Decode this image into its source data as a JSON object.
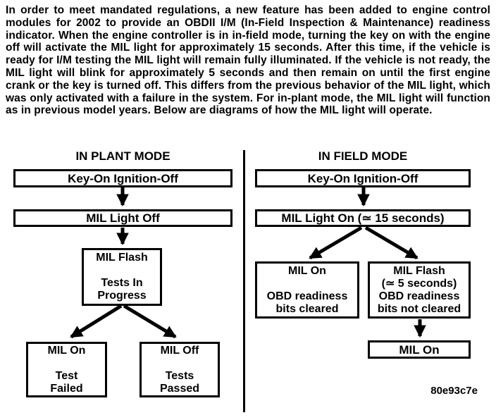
{
  "intro_paragraph": "In order to meet mandated regulations, a new feature has been added to engine control modules for 2002 to provide an OBDII I/M (In-Field Inspection & Maintenance) readiness indicator. When the engine controller is in in-field mode, turning the key on with the engine off will activate the MIL light for approximately 15 seconds. After this time, if the vehicle is ready for I/M testing the MIL light will remain fully illuminated. If the vehicle is not ready, the MIL light will blink for approximately 5 seconds and then remain on until the first engine crank or the key is turned off. This differs from the previous behavior of the MIL light, which was only activated with a failure in the system. For in-plant mode, the MIL light will function as in previous model years. Below are diagrams of how the MIL light will operate.",
  "plant": {
    "title": "IN PLANT MODE",
    "box_key_on": "Key-On Ignition-Off",
    "box_mil_light_off": "MIL Light Off",
    "box_mil_flash": "MIL Flash\n\nTests In\nProgress",
    "box_mil_on": "MIL On\n\nTest\nFailed",
    "box_mil_off": "MIL Off\n\nTests\nPassed"
  },
  "field": {
    "title": "IN FIELD MODE",
    "box_key_on": "Key-On Ignition-Off",
    "box_mil_light_on": "MIL Light On (≃ 15 seconds)",
    "box_mil_on_cleared": "MIL On\n\nOBD readiness\nbits cleared",
    "box_mil_flash": "MIL Flash\n(≃ 5 seconds)\nOBD readiness\nbits not cleared",
    "box_mil_on_final": "MIL On"
  },
  "figure_code": "80e93c7e",
  "colors": {
    "ink": "#000000",
    "paper": "#ffffff"
  }
}
